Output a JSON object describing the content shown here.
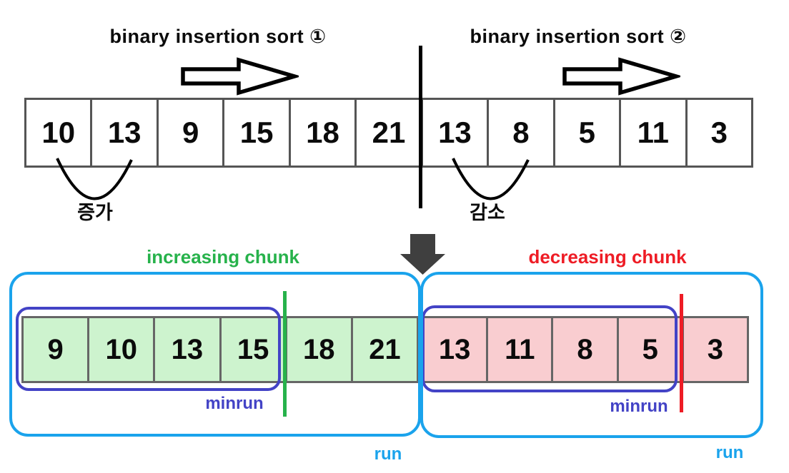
{
  "diagram": {
    "top": {
      "title_left": "binary insertion sort ①",
      "title_right": "binary insertion sort ②",
      "array": [
        "10",
        "13",
        "9",
        "15",
        "18",
        "21",
        "13",
        "8",
        "5",
        "11",
        "3"
      ],
      "annotation_increase": "증가",
      "annotation_decrease": "감소"
    },
    "bottom": {
      "increasing_chunk_label": "increasing chunk",
      "decreasing_chunk_label": "decreasing chunk",
      "left_run_cells": [
        "9",
        "10",
        "13",
        "15",
        "18",
        "21"
      ],
      "right_run_cells": [
        "13",
        "11",
        "8",
        "5",
        "3"
      ],
      "minrun_label": "minrun",
      "run_label": "run"
    },
    "colors": {
      "run_border_cyan": "#1AA3EC",
      "minrun_border_blue": "#4343C6",
      "increase_green": "#27B24B",
      "decrease_red": "#EE1C25",
      "increasing_cell_bg": "#CDF3CE",
      "decreasing_cell_bg": "#F9CDD0",
      "down_arrow_gray": "#3F3F3F"
    }
  }
}
